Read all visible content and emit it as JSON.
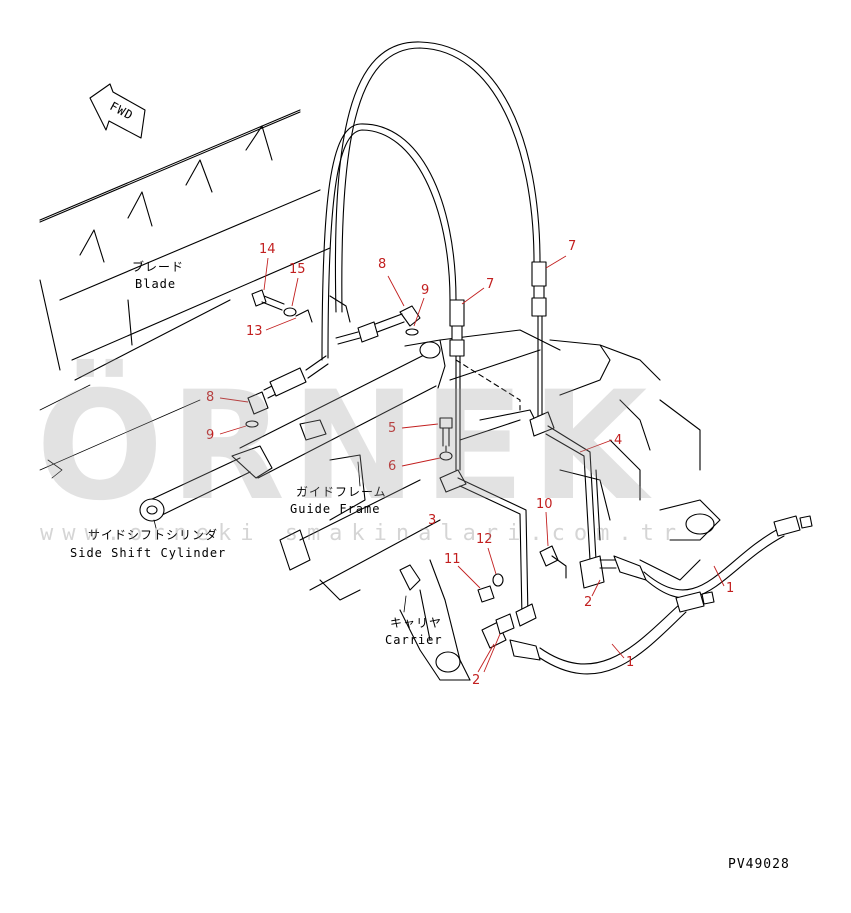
{
  "drawing_code": "PV49028",
  "orientation_label": "FWD",
  "watermark": {
    "brand": "ÖRNEK",
    "url": "www.orneki smakinalari.com.tr"
  },
  "component_labels": {
    "blade_jp": "ブレード",
    "blade_en": "Blade",
    "guide_frame_jp": "ガイドフレーム",
    "guide_frame_en": "Guide Frame",
    "side_shift_jp": "サイドシフトシリンダ",
    "side_shift_en": "Side Shift Cylinder",
    "carrier_jp": "キャリヤ",
    "carrier_en": "Carrier"
  },
  "callouts": [
    "1",
    "1",
    "2",
    "2",
    "3",
    "4",
    "5",
    "6",
    "7",
    "7",
    "8",
    "8",
    "9",
    "9",
    "10",
    "11",
    "12",
    "13",
    "14",
    "15"
  ],
  "colors": {
    "callout": "#c21f1f",
    "line": "#000000",
    "watermark": "#9a9a9a"
  }
}
